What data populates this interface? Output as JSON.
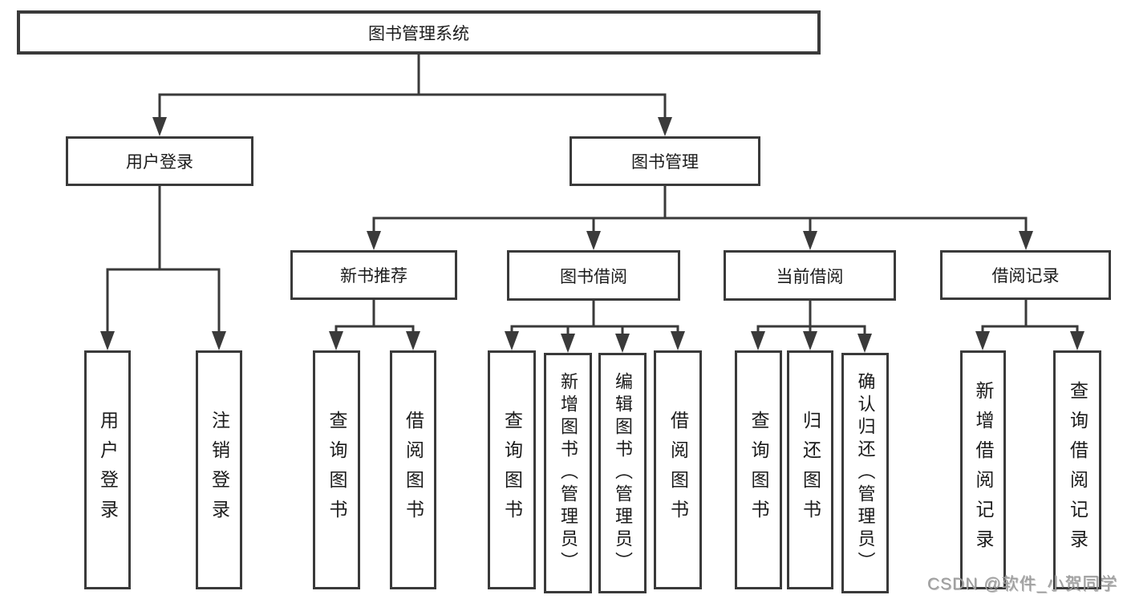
{
  "diagram_title": "图书管理系统",
  "colors": {
    "line": "#3a3a3a",
    "border": "#3a3a3a",
    "text": "#1b1b1b",
    "background": "#ffffff",
    "watermark": "#9e9e9e"
  },
  "tree": {
    "label": "图书管理系统",
    "children": [
      {
        "label": "用户登录",
        "children": [
          {
            "label": "用户登录"
          },
          {
            "label": "注销登录"
          }
        ]
      },
      {
        "label": "图书管理",
        "children": [
          {
            "label": "新书推荐",
            "children": [
              {
                "label": "查询图书"
              },
              {
                "label": "借阅图书"
              }
            ]
          },
          {
            "label": "图书借阅",
            "children": [
              {
                "label": "查询图书"
              },
              {
                "label": "新增图书（管理员）"
              },
              {
                "label": "编辑图书（管理员）"
              },
              {
                "label": "借阅图书"
              }
            ]
          },
          {
            "label": "当前借阅",
            "children": [
              {
                "label": "查询图书"
              },
              {
                "label": "归还图书"
              },
              {
                "label": "确认归还（管理员）"
              }
            ]
          },
          {
            "label": "借阅记录",
            "children": [
              {
                "label": "新增借阅记录"
              },
              {
                "label": "查询借阅记录"
              }
            ]
          }
        ]
      }
    ]
  },
  "watermark": {
    "text": "CSDN @软件_小贺同学"
  }
}
